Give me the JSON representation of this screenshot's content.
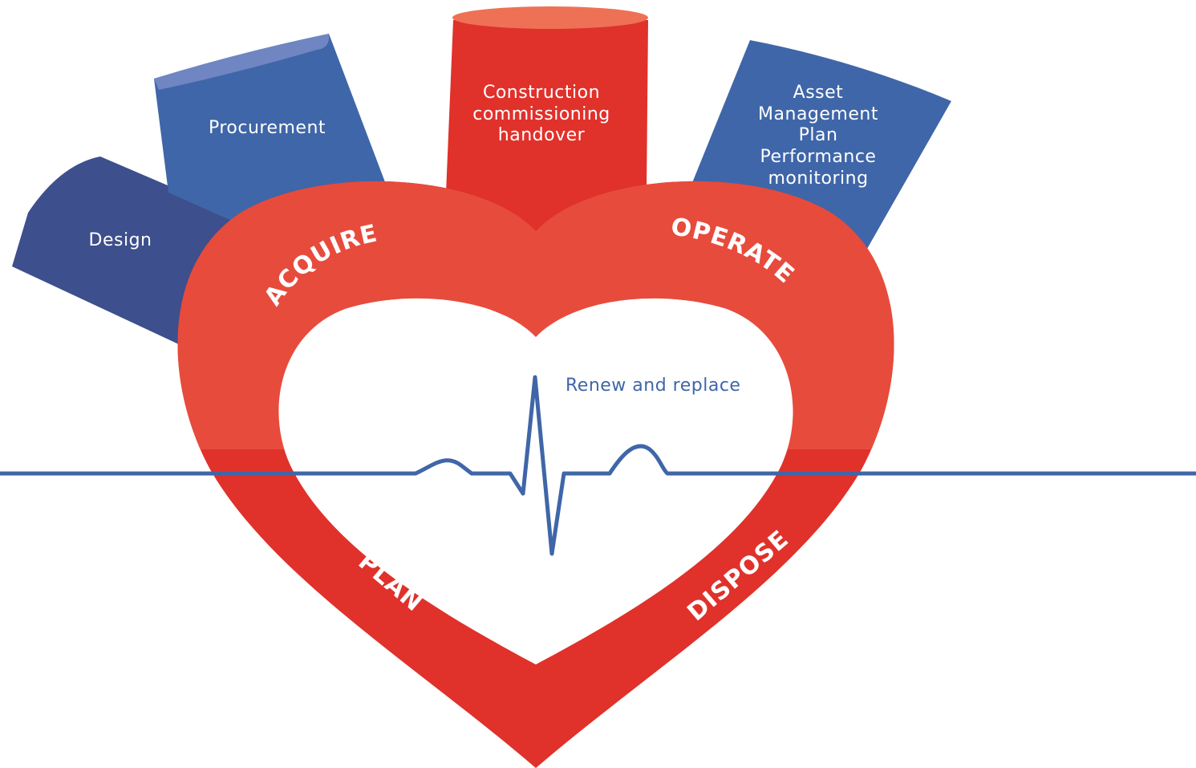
{
  "vessels": {
    "design": {
      "lines": [
        "Design"
      ]
    },
    "procurement": {
      "lines": [
        "Procurement"
      ]
    },
    "construction": {
      "lines": [
        "Construction",
        "commissioning",
        "handover"
      ]
    },
    "asset": {
      "lines": [
        "Asset",
        "Management",
        "Plan",
        "Performance",
        "monitoring"
      ]
    }
  },
  "phases": {
    "acquire": "ACQUIRE",
    "operate": "OPERATE",
    "plan": "PLAN",
    "dispose": "DISPOSE"
  },
  "heartbeat": {
    "label": "Renew and replace"
  },
  "colors": {
    "heart_red": "#e0312b",
    "heart_light": "#e8503f",
    "design_blue": "#3d4f8c",
    "procurement_blue": "#3f66a8",
    "procurement_top": "#6f86c2",
    "construction_red": "#e0312b",
    "construction_top": "#ee7155",
    "asset_blue": "#3f66a8",
    "pulse_blue": "#3f66a8"
  }
}
